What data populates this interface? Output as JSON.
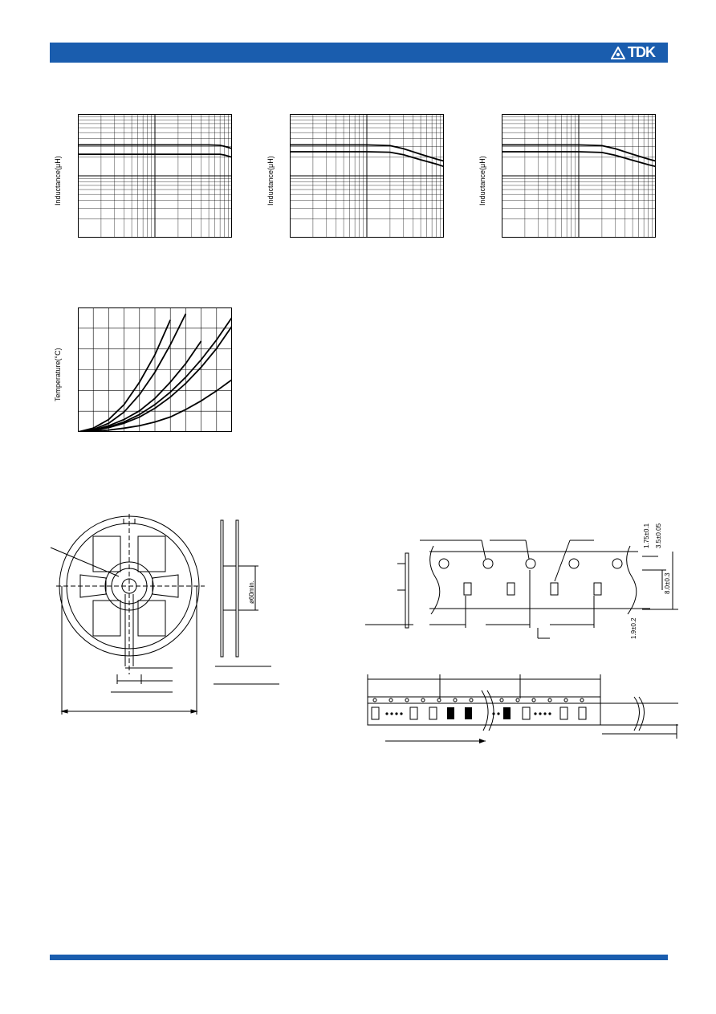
{
  "brand": {
    "name": "TDK",
    "color": "#1a5dae",
    "logo_icon": "tdk-triangle-logo-icon"
  },
  "charts": {
    "inductance_label": "Inductance(μH)",
    "temperature_label": "Temperature(°C)"
  },
  "chart_data": [
    {
      "type": "line",
      "ylabel": "Inductance(μH)",
      "xlabel": "",
      "title": "",
      "log_x": true,
      "log_y": true,
      "x": [
        1,
        3,
        10,
        30,
        50,
        70,
        80,
        100
      ],
      "series": [
        {
          "values": [
            1,
            1,
            1,
            1,
            1,
            0.97,
            0.9,
            0.76
          ]
        },
        {
          "values": [
            0.5,
            0.5,
            0.5,
            0.5,
            0.5,
            0.5,
            0.47,
            0.4
          ]
        }
      ]
    },
    {
      "type": "line",
      "ylabel": "Inductance(μH)",
      "xlabel": "",
      "title": "",
      "log_x": true,
      "log_y": true,
      "x": [
        1,
        3,
        10,
        20,
        30,
        50,
        80,
        100
      ],
      "series": [
        {
          "values": [
            1,
            1,
            1,
            0.95,
            0.75,
            0.5,
            0.35,
            0.3
          ]
        },
        {
          "values": [
            0.6,
            0.6,
            0.6,
            0.58,
            0.48,
            0.33,
            0.24,
            0.2
          ]
        }
      ]
    },
    {
      "type": "line",
      "ylabel": "Inductance(μH)",
      "xlabel": "",
      "title": "",
      "log_x": true,
      "log_y": true,
      "x": [
        1,
        3,
        10,
        20,
        30,
        50,
        80,
        100
      ],
      "series": [
        {
          "values": [
            1,
            1,
            1,
            0.95,
            0.75,
            0.5,
            0.35,
            0.3
          ]
        },
        {
          "values": [
            0.6,
            0.6,
            0.6,
            0.57,
            0.46,
            0.32,
            0.23,
            0.2
          ]
        }
      ]
    },
    {
      "type": "line",
      "ylabel": "Temperature(°C)",
      "xlabel": "",
      "title": "",
      "log_x": false,
      "log_y": false,
      "x": [
        0,
        1,
        2,
        3,
        4,
        5,
        6,
        7,
        8,
        9,
        10
      ],
      "series": [
        {
          "values": [
            0,
            3,
            10,
            22,
            40,
            62,
            90,
            null,
            null,
            null,
            null
          ]
        },
        {
          "values": [
            0,
            2,
            7,
            16,
            30,
            48,
            70,
            95,
            null,
            null,
            null
          ]
        },
        {
          "values": [
            0,
            1.5,
            5,
            10,
            17,
            27,
            40,
            55,
            73,
            null,
            null
          ]
        },
        {
          "values": [
            0,
            1.2,
            4,
            8,
            14,
            22,
            32,
            44,
            58,
            74,
            92
          ]
        },
        {
          "values": [
            0,
            1,
            3.5,
            7,
            12,
            19,
            28,
            39,
            52,
            67,
            85
          ]
        },
        {
          "values": [
            0,
            0.5,
            1.5,
            3,
            5,
            8,
            12,
            18,
            25,
            33,
            42
          ]
        }
      ]
    }
  ],
  "reel": {
    "hub_dim": "ø60min."
  },
  "tape": {
    "dim_1": "1.75±0.1",
    "dim_2": "3.5±0.05",
    "dim_3": "8.0±0.3",
    "dim_4": "1.9±0.2"
  }
}
